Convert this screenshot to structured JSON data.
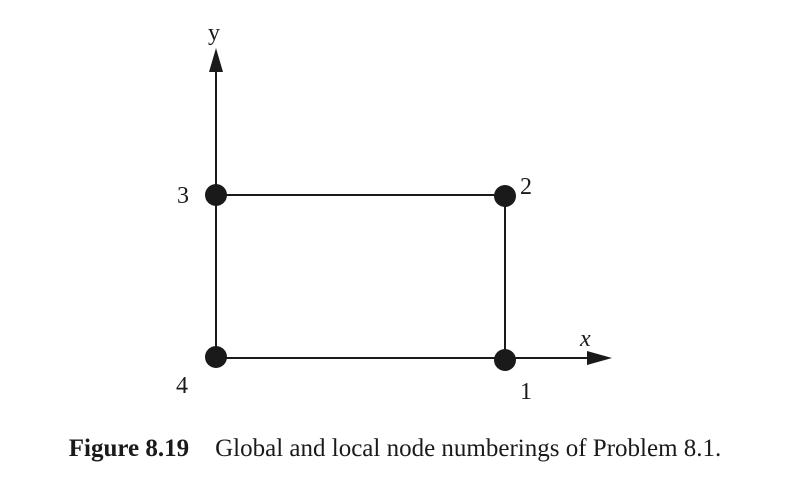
{
  "axes": {
    "x_label": "x",
    "y_label": "y"
  },
  "nodes": [
    {
      "label": "1",
      "corner": "bottom-right"
    },
    {
      "label": "2",
      "corner": "top-right"
    },
    {
      "label": "3",
      "corner": "top-left"
    },
    {
      "label": "4",
      "corner": "bottom-left"
    }
  ],
  "caption": {
    "figure_label": "Figure 8.19",
    "text": "Global and local node numberings of Problem 8.1."
  }
}
